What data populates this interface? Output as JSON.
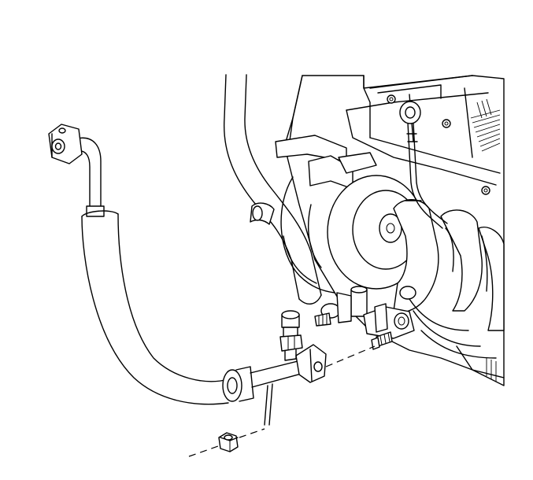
{
  "diagram": {
    "parts": [
      "engine",
      "upper-radiator-hose",
      "ac-hose-assembly",
      "ac-pressure-switch",
      "ground-strap",
      "mounting-bolt",
      "mounting-nut"
    ]
  }
}
